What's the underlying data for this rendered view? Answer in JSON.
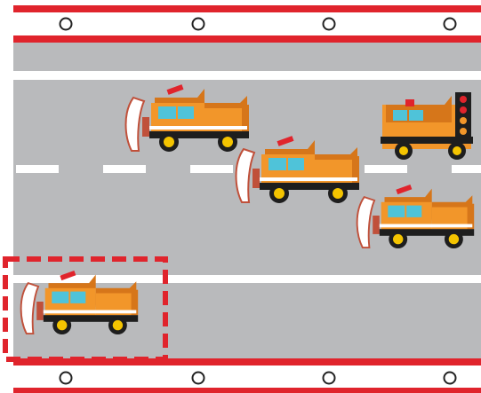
{
  "scene": {
    "description_visible_text": [],
    "colors": {
      "road": "#b9babc",
      "lane_marking": "#ffffff",
      "barrier_red": "#e0242c",
      "highlight_box": "#e0242c",
      "truck_body": "#f2962a",
      "truck_shade": "#d6761a",
      "truck_dark": "#1e1e1e",
      "wheel_hub": "#f4c400",
      "window": "#4fc3d9",
      "blade": "#ffffff",
      "blade_edge": "#c0503a"
    },
    "icons": {
      "post_marker": "circle-outline",
      "truck": "snowplow-truck-icon",
      "highlight": "dashed-highlight-box"
    },
    "post_marker_count_per_rail": 4,
    "trucks_count": 5,
    "highlighted_trucks": 1
  }
}
